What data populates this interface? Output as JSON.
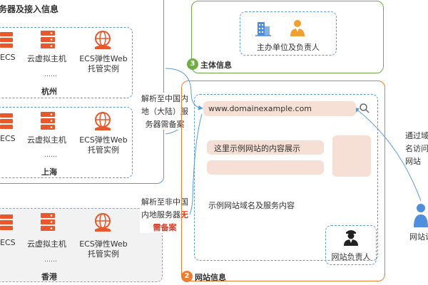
{
  "top_group": {
    "title": "务器及接入信息",
    "hangzhou": {
      "items": [
        "ECS",
        "云虚拟主机",
        "ECS弹性Web",
        "托管实例"
      ],
      "ellipsis": "……",
      "region": "杭州"
    },
    "shanghai": {
      "items": [
        "ECS",
        "云虚拟主机",
        "ECS弹性Web",
        "托管实例"
      ],
      "ellipsis": "……",
      "region": "上海"
    }
  },
  "hk_group": {
    "items": [
      "ECS",
      "云虚拟主机",
      "ECS弹性Web",
      "托管实例"
    ],
    "ellipsis": "……",
    "region": "香港"
  },
  "note_mainland": [
    "解析至中国内",
    "地（大陆）服",
    "务器需备案"
  ],
  "note_overseas": {
    "line1": "解析至非中国",
    "line2_prefix": "内地服务器",
    "line2_red": "无",
    "line3_red": "需备案"
  },
  "subject": {
    "badge": "3",
    "title": "主体信息",
    "label": "主办单位及负责人"
  },
  "site": {
    "badge": "2",
    "title": "网站信息",
    "url": "www.domainexample.com",
    "content_label": "这里示例网站的内容展示",
    "caption": "示例网站域名及服务内容",
    "owner_label": "网站负责人"
  },
  "visitor": {
    "lines": [
      "通过域",
      "名访问",
      "网站"
    ],
    "label": "网站访"
  },
  "colors": {
    "blue": "#5b9bd5",
    "green": "#70ad47",
    "orange": "#ed7d31",
    "red": "#e2371e",
    "server_orange": "#e8582c",
    "icon_blue": "#4f8edc"
  }
}
